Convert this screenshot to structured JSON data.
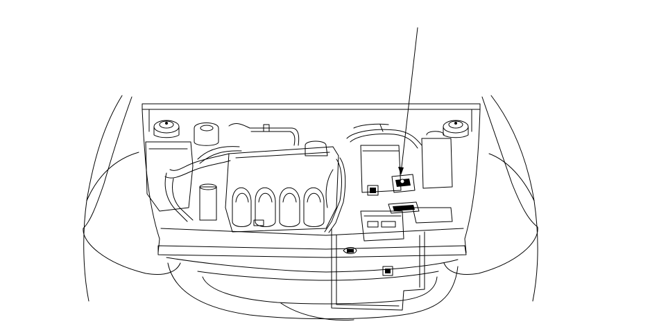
{
  "diagram": {
    "type": "line-art",
    "subject": "engine-compartment",
    "colors": {
      "line": "#000000",
      "background": "#ffffff"
    },
    "callouts": [
      {
        "label": "",
        "target": "component-near-fuse-box"
      }
    ]
  }
}
